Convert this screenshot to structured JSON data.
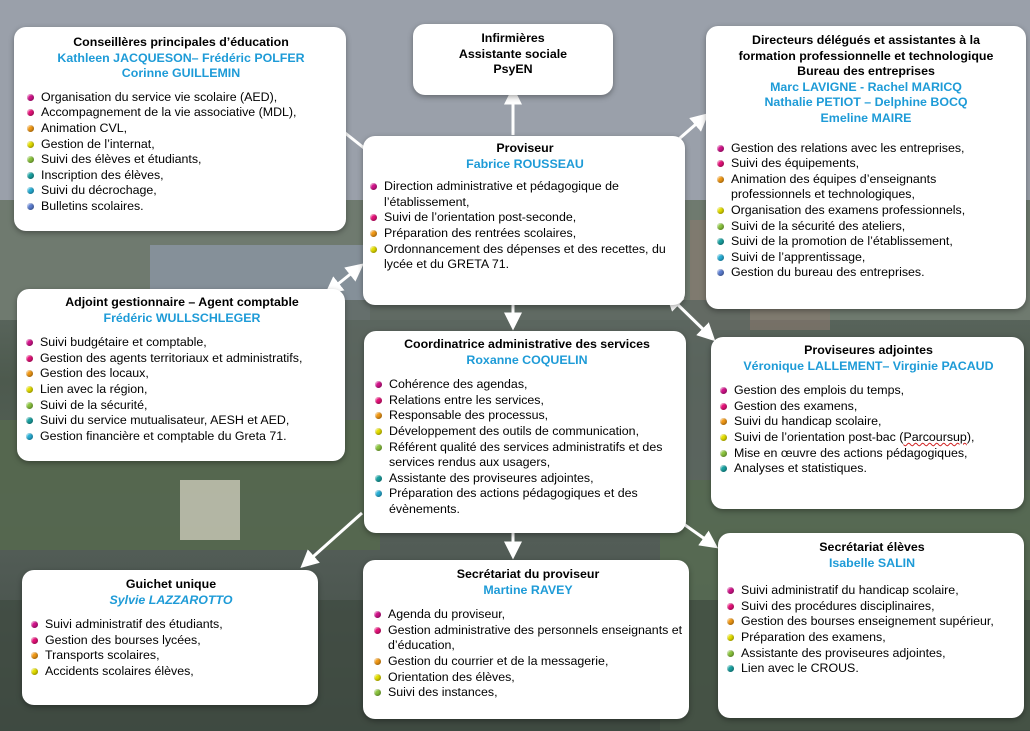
{
  "dot_colors": [
    "#d4148c",
    "#e8127a",
    "#f39a16",
    "#e6e000",
    "#8cc63f",
    "#1aa3a3",
    "#28b0d8",
    "#5d7fd3"
  ],
  "accent_color": "#1e9bd7",
  "cards": {
    "cpe": {
      "title": "Conseillères principales d’éducation",
      "names": [
        "Kathleen JACQUESON– Frédéric POLFER",
        "Corinne GUILLEMIN"
      ],
      "items": [
        "Organisation du service vie scolaire (AED),",
        "Accompagnement de la vie associative (MDL),",
        "Animation CVL,",
        "Gestion de l’internat,",
        "Suivi des élèves et étudiants,",
        "Inscription des élèves,",
        "Suivi du décrochage,",
        "Bulletins scolaires."
      ]
    },
    "infirmieres": {
      "titles": [
        "Infirmières",
        "Assistante sociale",
        "PsyEN"
      ]
    },
    "ddf": {
      "titles": [
        "Directeurs délégués et assistantes à la",
        "formation professionnelle et technologique",
        "Bureau des entreprises"
      ],
      "names": [
        "Marc LAVIGNE - Rachel MARICQ",
        "Nathalie PETIOT – Delphine BOCQ",
        "Emeline MAIRE"
      ],
      "items": [
        "Gestion des relations avec les entreprises,",
        "Suivi des équipements,",
        "Animation des équipes d’enseignants professionnels et technologiques,",
        "Organisation des examens professionnels,",
        "Suivi de la sécurité des ateliers,",
        "Suivi de la promotion de l’établissement,",
        "Suivi de l’apprentissage,",
        "Gestion du bureau des entreprises."
      ]
    },
    "proviseur": {
      "title": "Proviseur",
      "name": "Fabrice ROUSSEAU",
      "items": [
        "Direction administrative et pédagogique de l’établissement,",
        "Suivi de l’orientation post-seconde,",
        "Préparation des rentrées scolaires,",
        "Ordonnancement des dépenses et des recettes, du lycée et du GRETA 71."
      ]
    },
    "gestionnaire": {
      "title": "Adjoint gestionnaire – Agent comptable",
      "name": "Frédéric WULLSCHLEGER",
      "items": [
        "Suivi budgétaire et comptable,",
        "Gestion des agents territoriaux et administratifs,",
        "Gestion des locaux,",
        "Lien avec la région,",
        "Suivi de la sécurité,",
        "Suivi du service mutualisateur, AESH et AED,",
        "Gestion financière et comptable du Greta 71."
      ]
    },
    "coordinatrice": {
      "title": "Coordinatrice administrative des services",
      "name": "Roxanne COQUELIN",
      "items": [
        "Cohérence des agendas,",
        "Relations entre les services,",
        "Responsable des processus,",
        "Développement des outils de communication,",
        "Référent qualité des services administratifs et des services rendus aux usagers,",
        "Assistante des proviseures adjointes,",
        "Préparation des actions pédagogiques et des évènements."
      ]
    },
    "adjointes": {
      "title": "Proviseures adjointes",
      "name": "Véronique LALLEMENT– Virginie PACAUD",
      "items": [
        "Gestion des emplois du temps,",
        "Gestion des examens,",
        "Suivi du handicap scolaire,",
        "Suivi de l’orientation post-bac (",
        "Mise en œuvre des actions pédagogiques,",
        "Analyses et statistiques."
      ],
      "parcoursup": "Parcoursup",
      "parcoursup_close": "),"
    },
    "guichet": {
      "title": "Guichet unique",
      "name": "Sylvie LAZZAROTTO",
      "items": [
        "Suivi administratif des étudiants,",
        "Gestion des bourses lycées,",
        "Transports scolaires,",
        "Accidents scolaires élèves,"
      ]
    },
    "secproviseur": {
      "title": "Secrétariat  du proviseur",
      "name": "Martine RAVEY",
      "items": [
        "Agenda du proviseur,",
        "Gestion administrative des personnels enseignants et d’éducation,",
        "Gestion du courrier et de la messagerie,",
        "Orientation des élèves,",
        "Suivi des instances,"
      ]
    },
    "seceleves": {
      "title": "Secrétariat élèves",
      "name": "Isabelle SALIN",
      "items": [
        "Suivi administratif du handicap scolaire,",
        "Suivi des procédures disciplinaires,",
        "Gestion des bourses enseignement supérieur,",
        "Préparation des examens,",
        "Assistante des proviseures adjointes,",
        "Lien avec le CROUS."
      ]
    }
  }
}
